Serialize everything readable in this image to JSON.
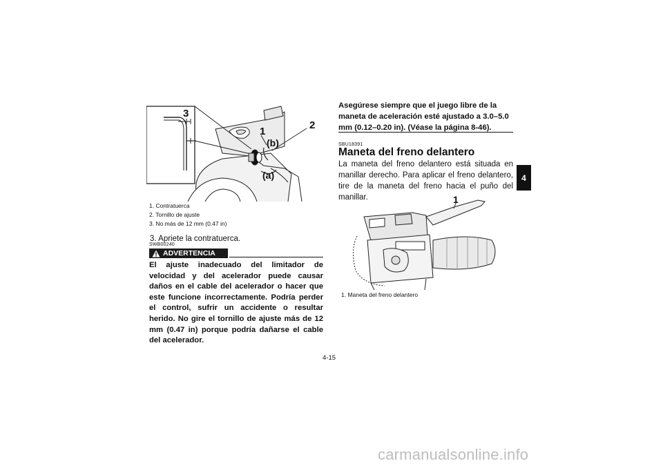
{
  "left": {
    "figure": {
      "labels": {
        "one": "1",
        "two": "2",
        "three": "3",
        "a": "(a)",
        "b": "(b)"
      }
    },
    "callouts": [
      "1. Contratuerca",
      "2. Tornillo de ajuste",
      "3. No más de 12 mm (0.47 in)"
    ],
    "step": "3. Apriete la contratuerca.",
    "warning": {
      "code": "SWB00240",
      "label": "ADVERTENCIA",
      "text": "El ajuste inadecuado del limitador de velocidad y del acelerador puede causar daños en el cable del acelerador o hacer que este funcione incorrectamente. Podría perder el control, sufrir un accidente o resultar herido. No gire el tornillo de ajuste más de 12 mm (0.47 in) porque podría dañarse el cable del acelerador."
    }
  },
  "right": {
    "intro": "Asegúrese siempre que el juego libre de la maneta de aceleración esté ajustado a 3.0–5.0 mm (0.12–0.20 in). (Véase la página 8-46).",
    "section_code": "SBU18391",
    "section_title": "Maneta del freno delantero",
    "section_body": "La maneta del freno delantero está situada en manillar derecho. Para aplicar el freno delantero, tire de la maneta del freno hacia el puño del manillar.",
    "figure": {
      "label_one": "1"
    },
    "caption": "1. Maneta del freno delantero"
  },
  "chapter_tab": "4",
  "page_number": "4-15",
  "watermark": "carmanualsonline.info"
}
